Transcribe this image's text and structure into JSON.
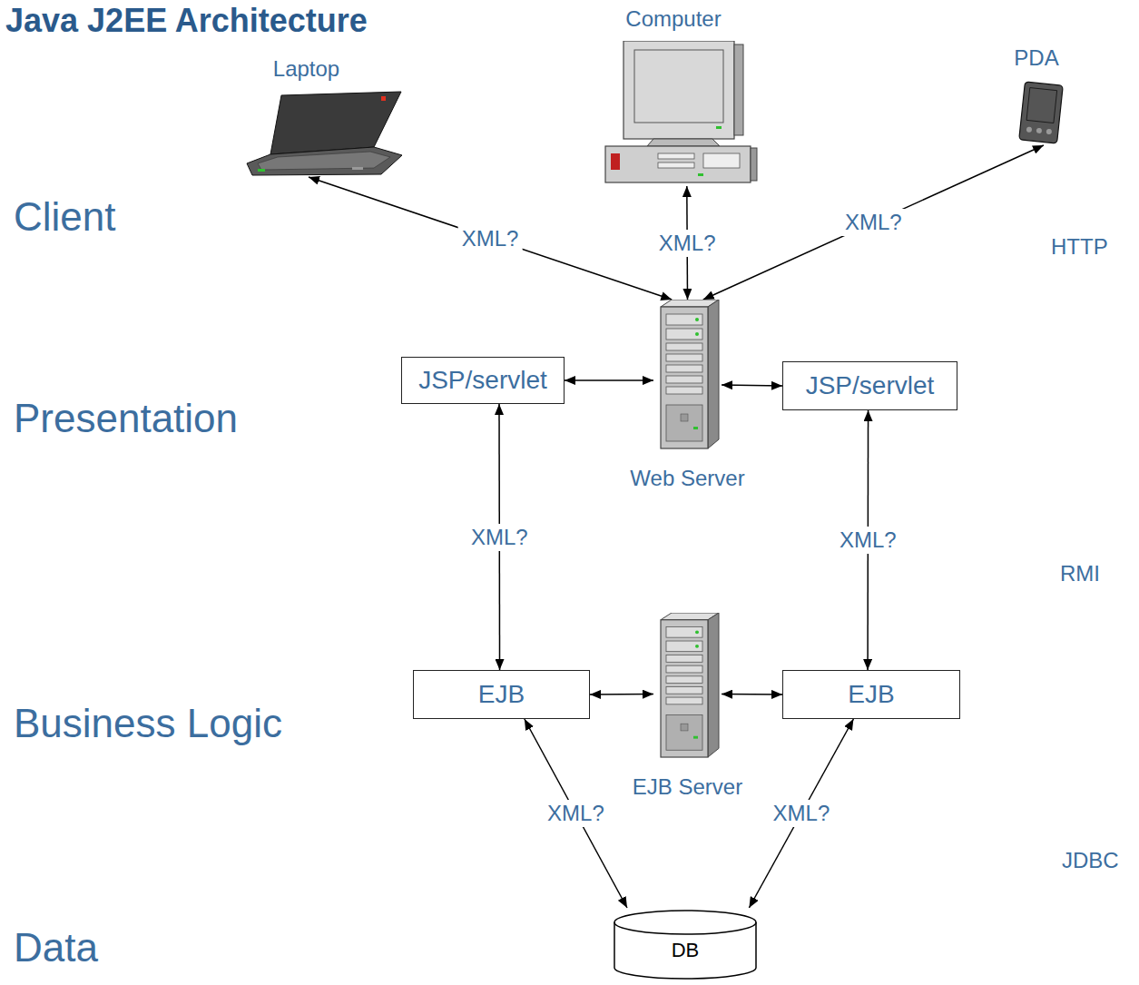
{
  "diagram": {
    "title": "Java J2EE Architecture",
    "nodes": [
      {
        "text": [
          "Laptop"
        ]
      },
      {
        "text": [
          "Computer"
        ]
      },
      {
        "text": [
          "PDA"
        ]
      },
      {
        "text": [
          "JSP/servlet"
        ]
      },
      {
        "text": [
          "Web Server"
        ]
      },
      {
        "text": [
          "JSP/servlet"
        ]
      },
      {
        "text": [
          "EJB"
        ]
      },
      {
        "text": [
          "EJB Server"
        ]
      },
      {
        "text": [
          "EJB"
        ]
      },
      {
        "text": [
          "DB"
        ]
      }
    ],
    "edges": [
      {
        "from": 0,
        "to": 4,
        "label": "XML?",
        "arrow": "both"
      },
      {
        "from": 1,
        "to": 4,
        "label": "XML?",
        "arrow": "both"
      },
      {
        "from": 2,
        "to": 4,
        "label": "XML?",
        "arrow": "both"
      },
      {
        "from": 3,
        "to": 4,
        "arrow": "both"
      },
      {
        "from": 4,
        "to": 5,
        "arrow": "both"
      },
      {
        "from": 3,
        "to": 6,
        "label": "XML?",
        "arrow": "both"
      },
      {
        "from": 5,
        "to": 8,
        "label": "XML?",
        "arrow": "both"
      },
      {
        "from": 6,
        "to": 7,
        "arrow": "both"
      },
      {
        "from": 7,
        "to": 8,
        "arrow": "both"
      },
      {
        "from": 6,
        "to": 9,
        "label": "XML?",
        "arrow": "both"
      },
      {
        "from": 8,
        "to": 9,
        "label": "XML?",
        "arrow": "both"
      }
    ],
    "labels": [
      "Client",
      "Presentation",
      "Business Logic",
      "Data",
      "HTTP",
      "RMI",
      "JDBC"
    ]
  }
}
